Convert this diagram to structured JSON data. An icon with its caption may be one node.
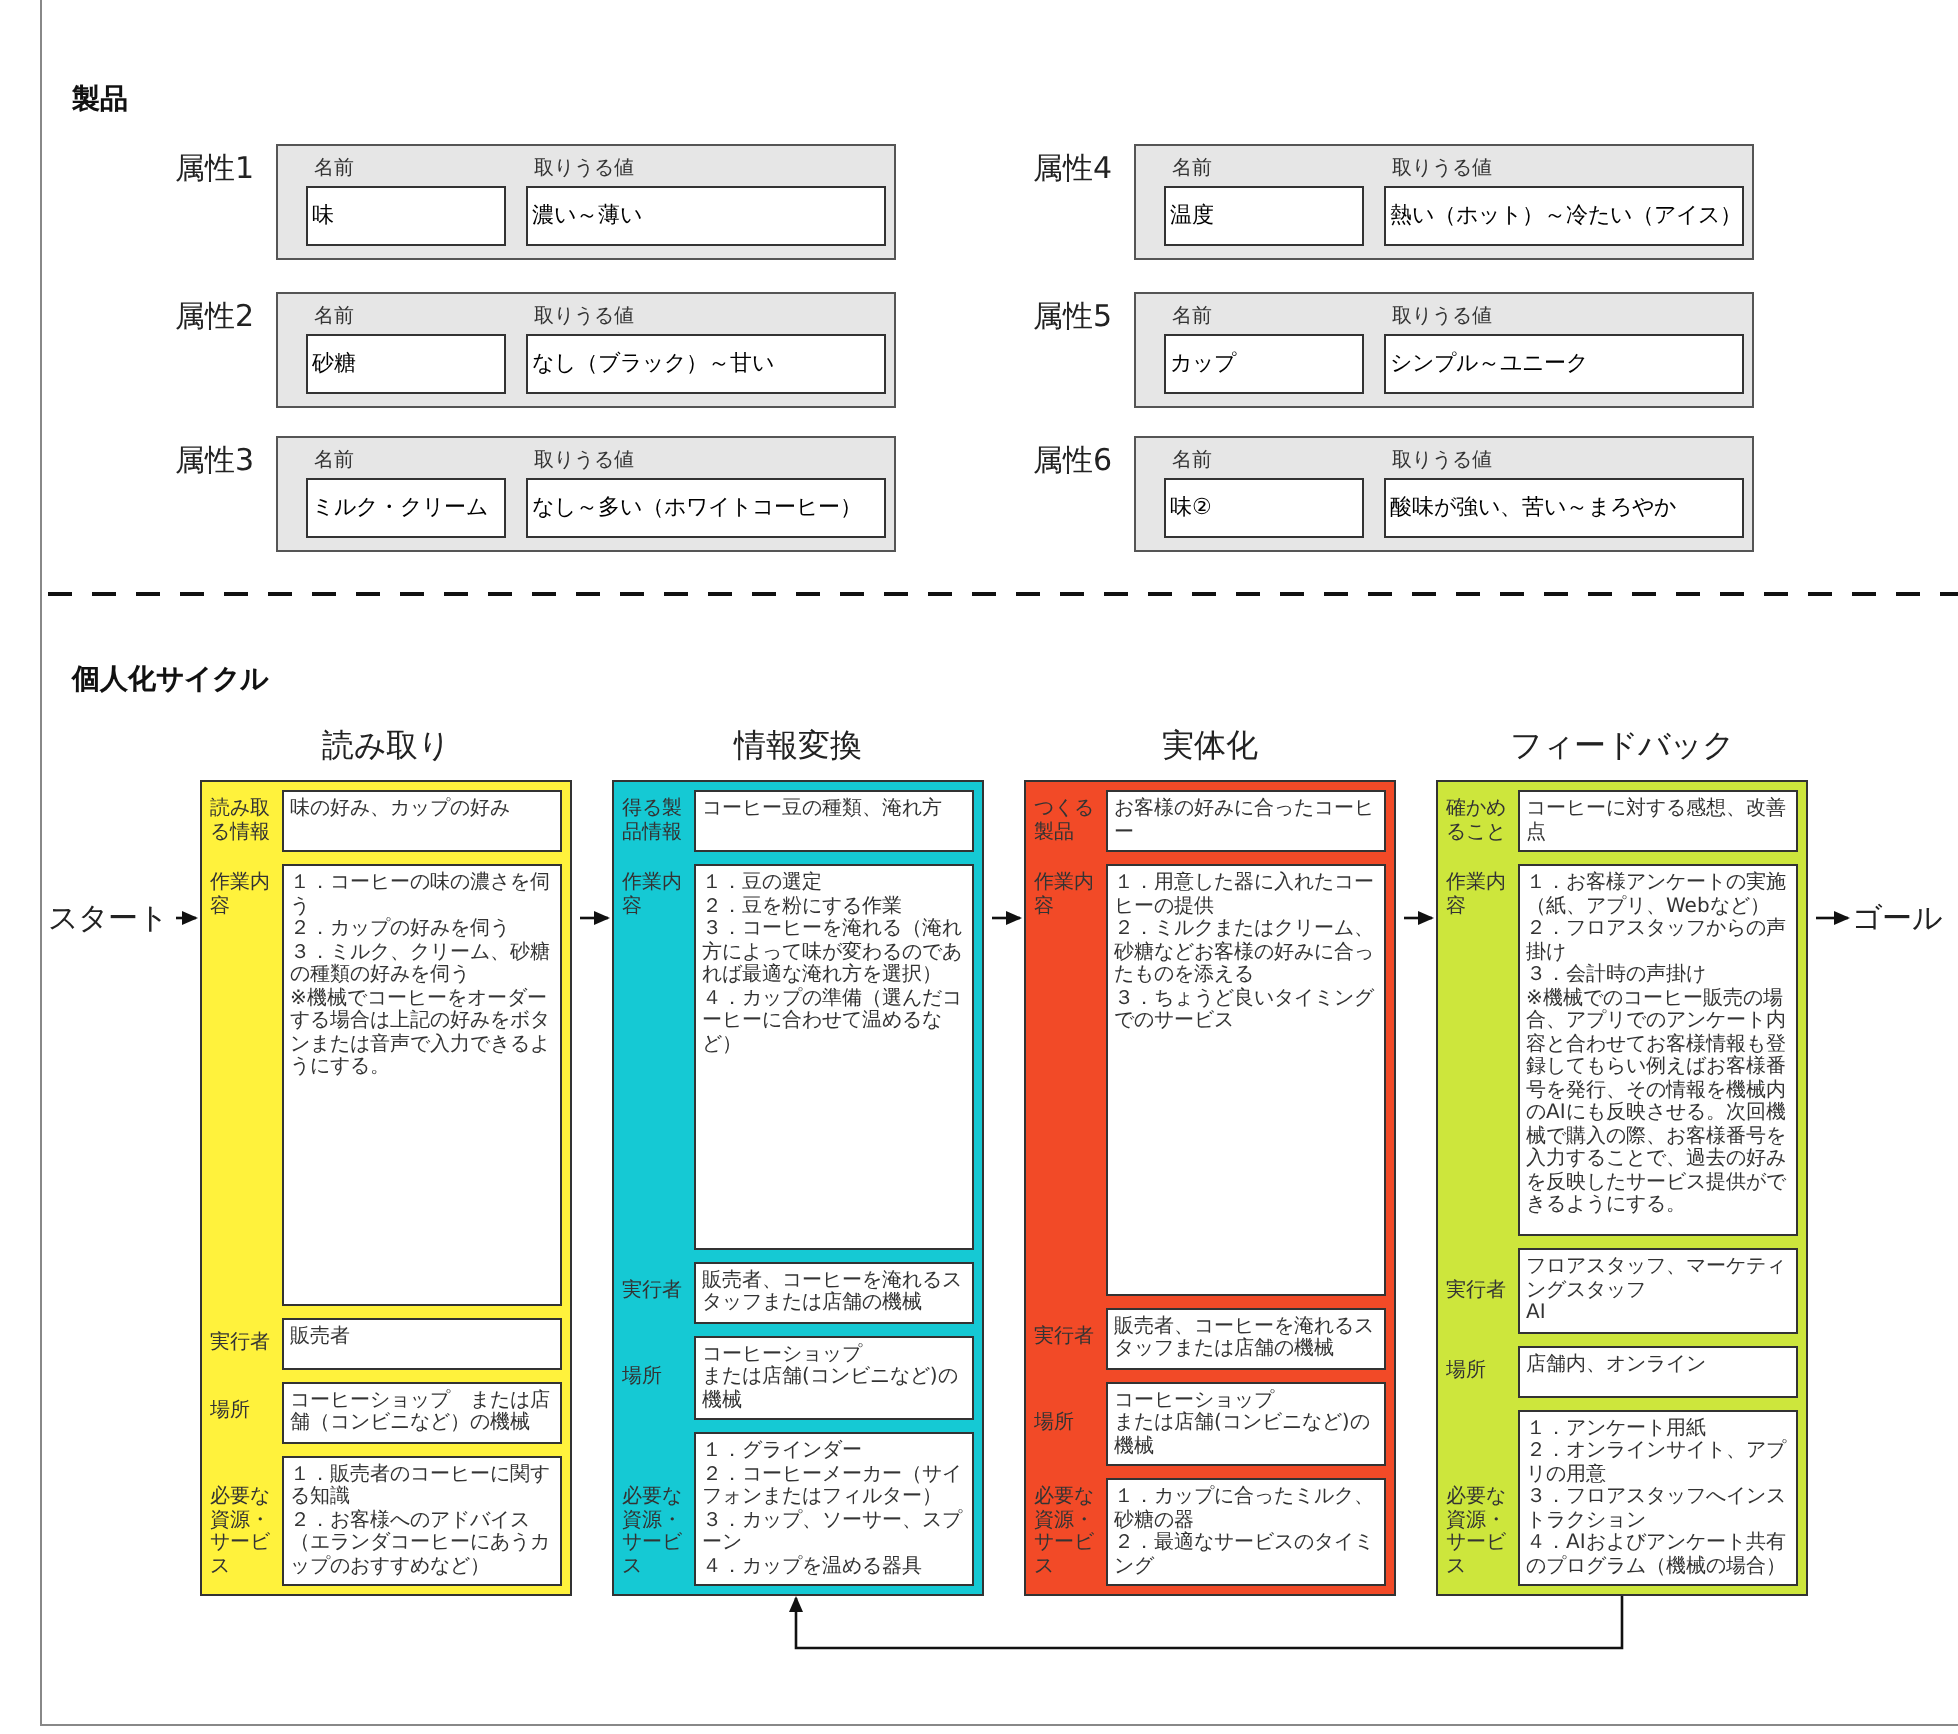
{
  "diagram": {
    "nodes": [
      {
        "text": [
          "属性1"
        ]
      },
      {
        "text": [
          "味"
        ],
        "in": 0,
        "beside": [
          "名前"
        ]
      },
      {
        "text": [
          "濃い～薄い"
        ],
        "in": 0,
        "beside": [
          "取りうる値"
        ]
      },
      {
        "text": [
          "属性4"
        ]
      },
      {
        "text": [
          "温度"
        ],
        "in": 3,
        "beside": [
          "名前"
        ]
      },
      {
        "text": [
          "熱い（ホット）～冷たい（アイス）"
        ],
        "in": 3,
        "beside": [
          "取りうる値"
        ]
      },
      {
        "text": [
          "属性2"
        ]
      },
      {
        "text": [
          "砂糖"
        ],
        "in": 6,
        "beside": [
          "名前"
        ]
      },
      {
        "text": [
          "なし（ブラック）～甘い"
        ],
        "in": 6,
        "beside": [
          "取りうる値"
        ]
      },
      {
        "text": [
          "属性5"
        ]
      },
      {
        "text": [
          "カップ"
        ],
        "in": 9,
        "beside": [
          "名前"
        ]
      },
      {
        "text": [
          "シンプル～ユニーク"
        ],
        "in": 9,
        "beside": [
          "取りうる値"
        ]
      },
      {
        "text": [
          "属性3"
        ]
      },
      {
        "text": [
          "ミルク・クリーム"
        ],
        "in": 12,
        "beside": [
          "名前"
        ]
      },
      {
        "text": [
          "なし～多い（ホワイトコーヒー）"
        ],
        "in": 12,
        "beside": [
          "取りうる値"
        ]
      },
      {
        "text": [
          "属性6"
        ]
      },
      {
        "text": [
          "味②"
        ],
        "in": 15,
        "beside": [
          "名前"
        ]
      },
      {
        "text": [
          "酸味が強い、苦い～まろやか"
        ],
        "in": 15,
        "beside": [
          "取りうる値"
        ]
      },
      {
        "text": [
          "スタート"
        ]
      },
      {
        "text": [
          "読み取り"
        ]
      },
      {
        "text": [
          "味の好み、カップの好み"
        ],
        "in": 19,
        "beside": [
          "読み取る情報"
        ]
      },
      {
        "text": [
          "１．コーヒーの味の濃さを伺う",
          "２．カップの好みを伺う",
          "３．ミルク、クリーム、砂糖の種類の好みを伺う",
          "※機械でコーヒーをオーダーする場合は上記の好みをボタンまたは音声で入力できるようにする。"
        ],
        "in": 19,
        "beside": [
          "作業内容"
        ]
      },
      {
        "text": [
          "販売者"
        ],
        "in": 19,
        "beside": [
          "実行者"
        ]
      },
      {
        "text": [
          "コーヒーショップ　または店舗（コンビニなど）の機械"
        ],
        "in": 19,
        "beside": [
          "場所"
        ]
      },
      {
        "text": [
          "１．販売者のコーヒーに関する知識",
          "２．お客様へのアドバイス（エランダコーヒーにあうカップのおすすめなど）"
        ],
        "in": 19,
        "beside": [
          "必要な資源・サービス"
        ]
      },
      {
        "text": [
          "情報変換"
        ]
      },
      {
        "text": [
          "コーヒー豆の種類、淹れ方"
        ],
        "in": 25,
        "beside": [
          "得る製品情報"
        ]
      },
      {
        "text": [
          "１．豆の選定",
          "２．豆を粉にする作業",
          "３．コーヒーを淹れる（淹れ方によって味が変わるのであれば最適な淹れ方を選択）",
          "４．カップの準備（選んだコーヒーに合わせて温めるなど）"
        ],
        "in": 25,
        "beside": [
          "作業内容"
        ]
      },
      {
        "text": [
          "販売者、コーヒーを淹れるスタッフまたは店舗の機械"
        ],
        "in": 25,
        "beside": [
          "実行者"
        ]
      },
      {
        "text": [
          "コーヒーショップ",
          "または店舗(コンビニなど)の機械"
        ],
        "in": 25,
        "beside": [
          "場所"
        ]
      },
      {
        "text": [
          "１．グラインダー",
          "２．コーヒーメーカー（サイフォンまたはフィルター）",
          "３．カップ、ソーサー、スプーン",
          "４．カップを温める器具"
        ],
        "in": 25,
        "beside": [
          "必要な資源・サービス"
        ]
      },
      {
        "text": [
          "実体化"
        ]
      },
      {
        "text": [
          "お客様の好みに合ったコーヒー"
        ],
        "in": 31,
        "beside": [
          "つくる製品"
        ]
      },
      {
        "text": [
          "１．用意した器に入れたコーヒーの提供",
          "２．ミルクまたはクリーム、砂糖などお客様の好みに合ったものを添える",
          "３．ちょうど良いタイミングでのサービス"
        ],
        "in": 31,
        "beside": [
          "作業内容"
        ]
      },
      {
        "text": [
          "販売者、コーヒーを淹れるスタッフまたは店舗の機械"
        ],
        "in": 31,
        "beside": [
          "実行者"
        ]
      },
      {
        "text": [
          "コーヒーショップ",
          "または店舗(コンビニなど)の機械"
        ],
        "in": 31,
        "beside": [
          "場所"
        ]
      },
      {
        "text": [
          "１．カップに合ったミルク、砂糖の器",
          "２．最適なサービスのタイミング"
        ],
        "in": 31,
        "beside": [
          "必要な資源・サービス"
        ]
      },
      {
        "text": [
          "フィードバック"
        ]
      },
      {
        "text": [
          "コーヒーに対する感想、改善点"
        ],
        "in": 37,
        "beside": [
          "確かめること"
        ]
      },
      {
        "text": [
          "１．お客様アンケートの実施（紙、アプリ、Webなど）",
          "２．フロアスタッフからの声掛け",
          "３．会計時の声掛け",
          "※機械でのコーヒー販売の場合、アプリでのアンケート内容と合わせてお客様情報も登録してもらい例えばお客様番号を発行、その情報を機械内のAIにも反映させる。次回機械で購入の際、お客様番号を入力することで、過去の好みを反映したサービス提供ができるようにする。"
        ],
        "in": 37,
        "beside": [
          "作業内容"
        ]
      },
      {
        "text": [
          "フロアスタッフ、マーケティングスタッフ",
          "AI"
        ],
        "in": 37,
        "beside": [
          "実行者"
        ]
      },
      {
        "text": [
          "店舗内、オンライン"
        ],
        "in": 37,
        "beside": [
          "場所"
        ]
      },
      {
        "text": [
          "１．アンケート用紙",
          "２．オンラインサイト、アプリの用意",
          "３．フロアスタッフへインストラクション",
          "４．AIおよびアンケート共有のプログラム（機械の場合）"
        ],
        "in": 37,
        "beside": [
          "必要な資源・サービス"
        ]
      },
      {
        "text": [
          "ゴール"
        ]
      }
    ],
    "edges": [
      {
        "from": 18,
        "to": 19,
        "arrow": "to"
      },
      {
        "from": 19,
        "to": 25,
        "arrow": "to"
      },
      {
        "from": 25,
        "to": 31,
        "arrow": "to"
      },
      {
        "from": 31,
        "to": 37,
        "arrow": "to"
      },
      {
        "from": 37,
        "to": 43,
        "arrow": "to"
      },
      {
        "from": 37,
        "to": 25,
        "arrow": "to"
      }
    ],
    "labels": [
      "製品",
      "個人化サイクル"
    ]
  }
}
